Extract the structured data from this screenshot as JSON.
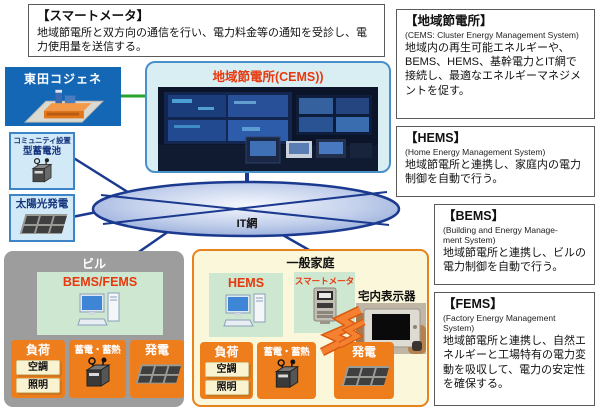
{
  "info_boxes": {
    "smart_meter": {
      "title": "【スマートメータ】",
      "body": "地域節電所と双方向の通信を行い、電力料金等の通知を受診し、電力使用量を送信する。"
    },
    "cems": {
      "title": "【地域節電所】",
      "subtitle": "(CEMS: Cluster Energy Management System)",
      "body": "地域内の再生可能エネルギーや、BEMS、HEMS、基幹電力とIT網で接続し、最適なエネルギーマネジメントを促す。"
    },
    "hems": {
      "title": "【HEMS】",
      "subtitle": "(Home Energy Management System)",
      "body": "地域節電所と連携し、家庭内の電力制御を自動で行う。"
    },
    "bems": {
      "title": "【BEMS】",
      "subtitle": "(Building and Energy Manage-\nment System)",
      "body": "地域節電所と連携し、ビルの電力制御を自動で行う。"
    },
    "fems": {
      "title": "【FEMS】",
      "subtitle": "(Factory Energy Management\n System)",
      "body": "地域節電所と連携し、自然エネルギーと工場特有の電力変動を吸収して、電力の安定性を確保する。"
    }
  },
  "diagram": {
    "cogen_label": "東田コジェネ",
    "community_battery": {
      "line1": "コミュニティ設置",
      "line2": "型蓄電池"
    },
    "solar_label": "太陽光発電",
    "cems_label": "地域節電所(CEMS))",
    "network_label": "IT網",
    "building": {
      "title": "ビル",
      "system_label": "BEMS/FEMS",
      "load_label": "負荷",
      "aircon_label": "空調",
      "lighting_label": "照明",
      "storage_label": "蓄電・蓄熱",
      "generation_label": "発電"
    },
    "household": {
      "title": "一般家庭",
      "system_label": "HEMS",
      "smart_meter_label": "スマートメータ",
      "display_label": "宅内表示器",
      "load_label": "負荷",
      "aircon_label": "空調",
      "lighting_label": "照明",
      "storage_label": "蓄電・蓄熱",
      "generation_label": "発電"
    }
  },
  "colors": {
    "accent_blue": "#1467b4",
    "highlight_red": "#e8380d",
    "orange": "#ee7d1c",
    "navy_line": "#1b3a8f",
    "green_line": "#28a32c",
    "panel_green": "#cde7d0",
    "household_cream": "#fbf7da",
    "building_gray": "#9d9d9d",
    "light_blue_panel": "#d2eaf8",
    "cems_panel": "#d9eef3"
  }
}
